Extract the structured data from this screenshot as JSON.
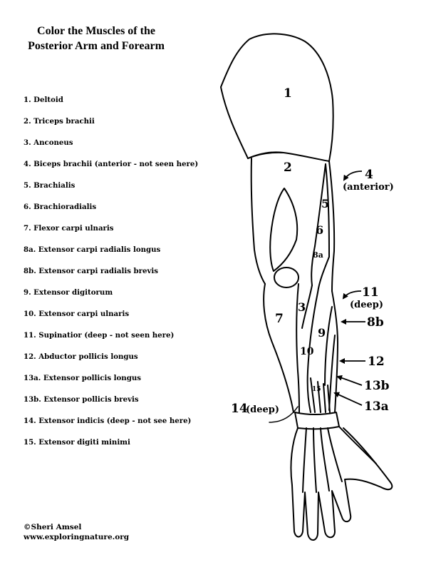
{
  "title": {
    "line1": "Color the Muscles of the",
    "line2": "Posterior Arm and Forearm"
  },
  "legend": [
    "1. Deltoid",
    "2. Triceps brachii",
    "3. Anconeus",
    "4. Biceps brachii (anterior - not seen here)",
    "5. Brachialis",
    "6. Brachioradialis",
    "7. Flexor carpi ulnaris",
    "8a. Extensor carpi radialis longus",
    "8b. Extensor carpi radialis brevis",
    "9. Extensor digitorum",
    "10. Extensor carpi ulnaris",
    "11. Supinatior (deep - not seen here)",
    "12. Abductor pollicis longus",
    "13a. Extensor pollicis longus",
    "13b. Extensor pollicis brevis",
    "14. Extensor indicis (deep - not see here)",
    "15. Extensor digiti minimi"
  ],
  "labels": {
    "l1": "1",
    "l2": "2",
    "l3": "3",
    "l4": "4",
    "l4sub": "(anterior)",
    "l5": "5",
    "l6": "6",
    "l7": "7",
    "l8a": "8a",
    "l8b": "8b",
    "l9": "9",
    "l10": "10",
    "l11": "11",
    "l11sub": "(deep)",
    "l12": "12",
    "l13a": "13a",
    "l13b": "13b",
    "l14": "14",
    "l14sub": "(deep)",
    "l15": "15"
  },
  "credit": {
    "author": "©Sheri Amsel",
    "site": "www.exploringnature.org"
  }
}
